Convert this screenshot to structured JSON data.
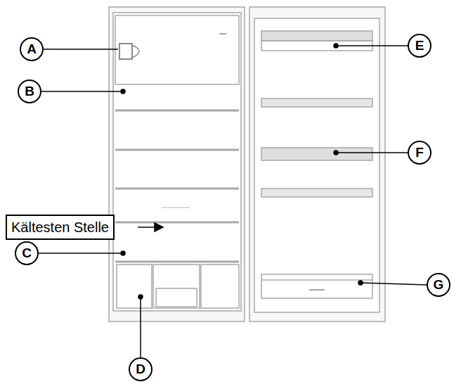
{
  "diagram": {
    "nodes": [
      {
        "text": [
          "A"
        ]
      },
      {
        "text": [
          "E"
        ]
      },
      {
        "text": [
          "B"
        ]
      },
      {
        "text": [
          "F"
        ]
      },
      {
        "text": [
          "Kältesten Stelle"
        ]
      },
      {
        "text": [
          "C"
        ]
      },
      {
        "text": [
          "G"
        ]
      },
      {
        "text": [
          "D"
        ]
      }
    ]
  }
}
